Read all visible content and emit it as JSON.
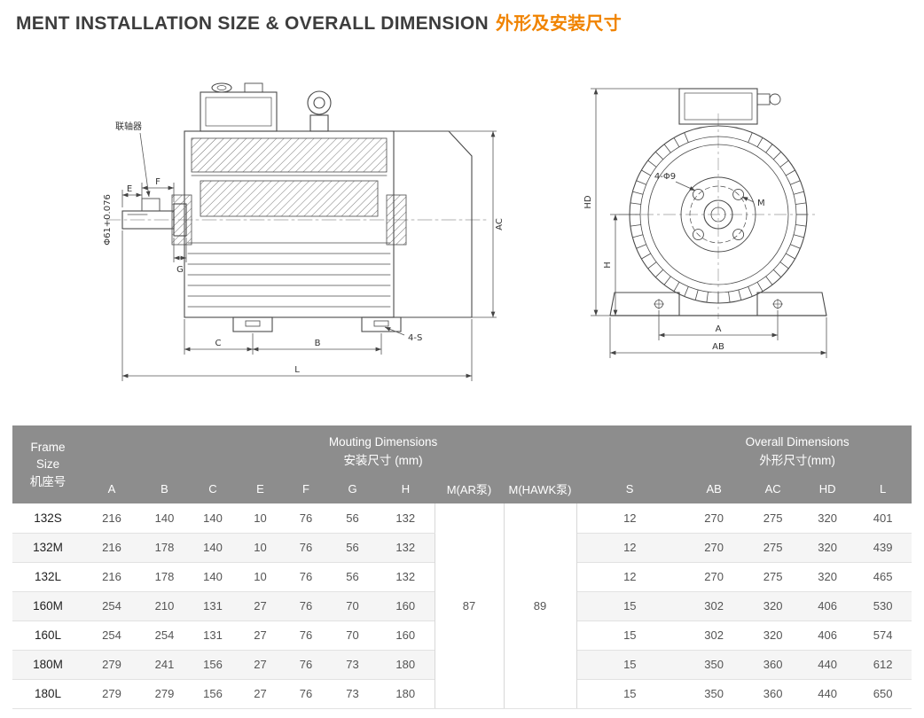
{
  "page": {
    "title_en": "MENT INSTALLATION SIZE & OVERALL DIMENSION",
    "title_zh": "外形及安装尺寸"
  },
  "drawings": {
    "side_view": {
      "labels": {
        "coupling": "联轴器",
        "dim_e": "E",
        "dim_f": "F",
        "shaft_dia": "Φ61+0.076",
        "dim_g": "G",
        "dim_c": "C",
        "dim_b": "B",
        "dim_l": "L",
        "dim_ac": "AC",
        "holes": "4-S"
      }
    },
    "front_view": {
      "labels": {
        "holes": "4-Φ9",
        "dim_m": "M",
        "dim_hd": "HD",
        "dim_h": "H",
        "dim_a": "A",
        "dim_ab": "AB"
      }
    }
  },
  "table": {
    "header": {
      "frame_l1": "Frame",
      "frame_l2": "Size",
      "frame_l3": "机座号",
      "mounting_en": "Mouting Dimensions",
      "mounting_zh": "安装尺寸 (mm)",
      "overall_en": "Overall Dimensions",
      "overall_zh": "外形尺寸(mm)",
      "columns": [
        "A",
        "B",
        "C",
        "E",
        "F",
        "G",
        "H",
        "M(AR泵)",
        "M(HAWK泵)",
        "S",
        "AB",
        "AC",
        "HD",
        "L"
      ]
    },
    "merged": {
      "m_ar_pump": "87",
      "m_hawk_pump": "89"
    },
    "rows": [
      {
        "frame": "132S",
        "values": [
          "216",
          "140",
          "140",
          "10",
          "76",
          "56",
          "132",
          "12",
          "270",
          "275",
          "320",
          "401"
        ]
      },
      {
        "frame": "132M",
        "values": [
          "216",
          "178",
          "140",
          "10",
          "76",
          "56",
          "132",
          "12",
          "270",
          "275",
          "320",
          "439"
        ]
      },
      {
        "frame": "132L",
        "values": [
          "216",
          "178",
          "140",
          "10",
          "76",
          "56",
          "132",
          "12",
          "270",
          "275",
          "320",
          "465"
        ]
      },
      {
        "frame": "160M",
        "values": [
          "254",
          "210",
          "131",
          "27",
          "76",
          "70",
          "160",
          "15",
          "302",
          "320",
          "406",
          "530"
        ]
      },
      {
        "frame": "160L",
        "values": [
          "254",
          "254",
          "131",
          "27",
          "76",
          "70",
          "160",
          "15",
          "302",
          "320",
          "406",
          "574"
        ]
      },
      {
        "frame": "180M",
        "values": [
          "279",
          "241",
          "156",
          "27",
          "76",
          "73",
          "180",
          "15",
          "350",
          "360",
          "440",
          "612"
        ]
      },
      {
        "frame": "180L",
        "values": [
          "279",
          "279",
          "156",
          "27",
          "76",
          "73",
          "180",
          "15",
          "350",
          "360",
          "440",
          "650"
        ]
      }
    ]
  }
}
